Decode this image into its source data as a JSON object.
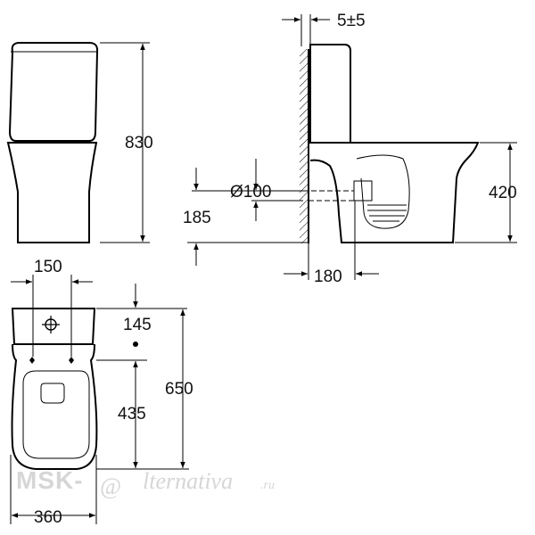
{
  "drawing": {
    "dimensions": {
      "tank_offset": "5±5",
      "overall_height": "830",
      "outlet_diameter": "Ø100",
      "outlet_height": "185",
      "seat_height": "420",
      "outlet_distance": "180",
      "fixing_spacing": "150",
      "fixing_offset": "145",
      "overall_depth": "650",
      "bowl_depth": "435",
      "overall_width": "360"
    },
    "watermark": {
      "brand": "MSK-",
      "at": "@",
      "rest": "lternativa",
      "tld": ".ru"
    }
  }
}
